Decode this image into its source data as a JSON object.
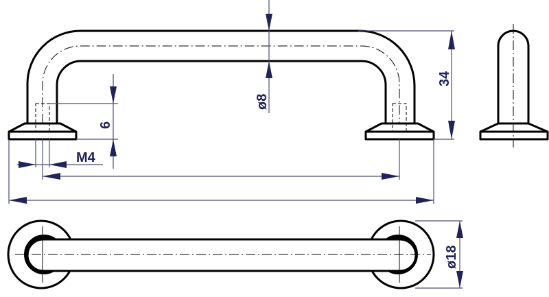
{
  "drawing": {
    "dimensions": {
      "tube_diameter": "ø8",
      "thread_depth": "6",
      "thread": "M4",
      "height": "34",
      "base_diameter": "ø18"
    },
    "colors": {
      "outline": "#000000",
      "dimension": "#1f2357"
    }
  }
}
